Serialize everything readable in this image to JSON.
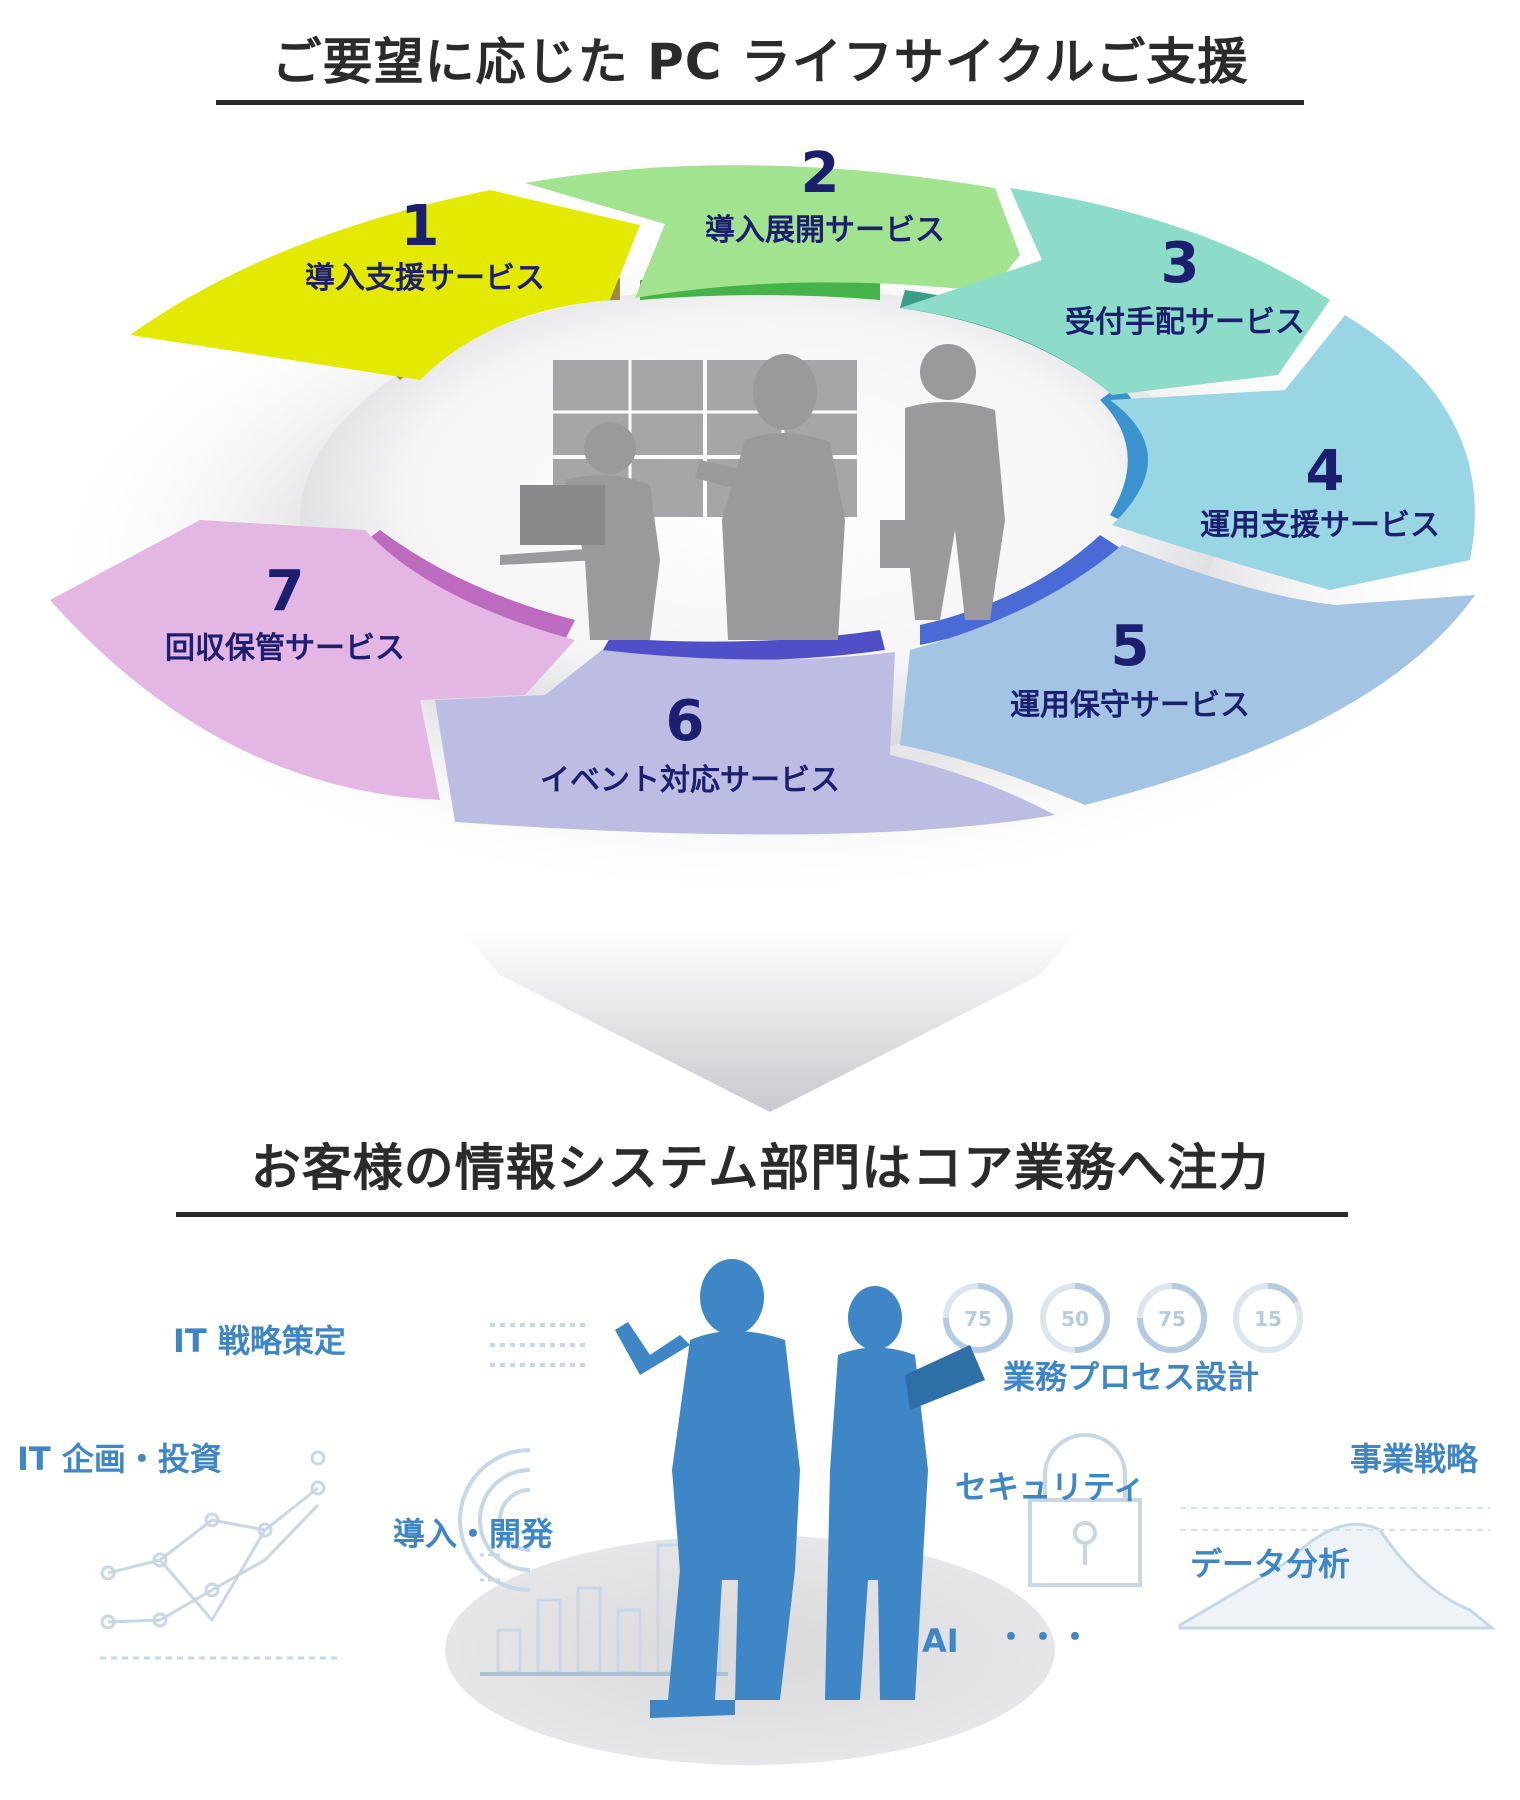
{
  "header": {
    "title": "ご要望に応じた PC ライフサイクルご支援"
  },
  "services": [
    {
      "number": "1",
      "label": "導入支援サービス"
    },
    {
      "number": "2",
      "label": "導入展開サービス"
    },
    {
      "number": "3",
      "label": "受付手配サービス"
    },
    {
      "number": "4",
      "label": "運用支援サービス"
    },
    {
      "number": "5",
      "label": "運用保守サービス"
    },
    {
      "number": "6",
      "label": "イベント対応サービス"
    },
    {
      "number": "7",
      "label": "回収保管サービス"
    }
  ],
  "colors": {
    "s1": "#e3ea00",
    "s2": "#a2e38f",
    "s3": "#8cdcc9",
    "s4": "#99d6e4",
    "s5": "#a3c5e3",
    "s6": "#bdbde4",
    "s7": "#e4b6e3",
    "text_dark": "#1c1e6e",
    "accent_blue": "#3f86c6"
  },
  "section2": {
    "title": "お客様の情報システム部門はコア業務へ注力"
  },
  "core_tasks": {
    "it_strategy": "IT 戦略策定",
    "it_planning": "IT 企画・投資",
    "dev": "導入・開発",
    "process": "業務プロセス設計",
    "security": "セキュリティ",
    "biz_strategy": "事業戦略",
    "data": "データ分析",
    "ai": "AI",
    "more": "・・・"
  },
  "dial_values": [
    "75",
    "50",
    "75",
    "15"
  ],
  "icons": [
    "monitor-wall-icon",
    "operator-silhouette-icon",
    "businessman-silhouette-icon",
    "padlock-icon",
    "line-graph-icon",
    "bar-chart-icon",
    "radar-icon",
    "area-chart-icon"
  ]
}
